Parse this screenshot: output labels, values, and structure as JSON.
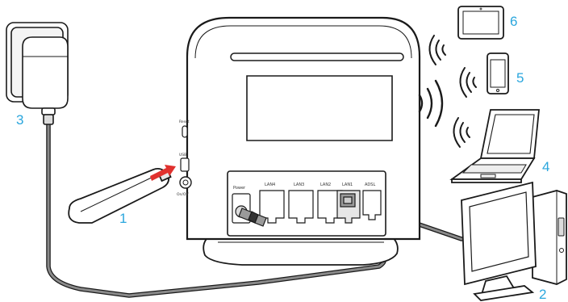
{
  "callouts": {
    "usb_modem": "1",
    "computer": "2",
    "power_adapter": "3",
    "laptop": "4",
    "phone": "5",
    "tablet": "6"
  },
  "router": {
    "ports": {
      "power": "Power",
      "lan4": "LAN4",
      "lan3": "LAN3",
      "lan2": "LAN2",
      "lan1": "LAN1",
      "adsl": "ADSL"
    },
    "side": {
      "reset": "Reset",
      "usb": "USB",
      "on_off": "On/Off"
    }
  },
  "colors": {
    "callout": "#2aa6dd",
    "outline": "#1a1a1a",
    "cable": "#8a8a8a",
    "insert_arrow": "#e0312e"
  }
}
